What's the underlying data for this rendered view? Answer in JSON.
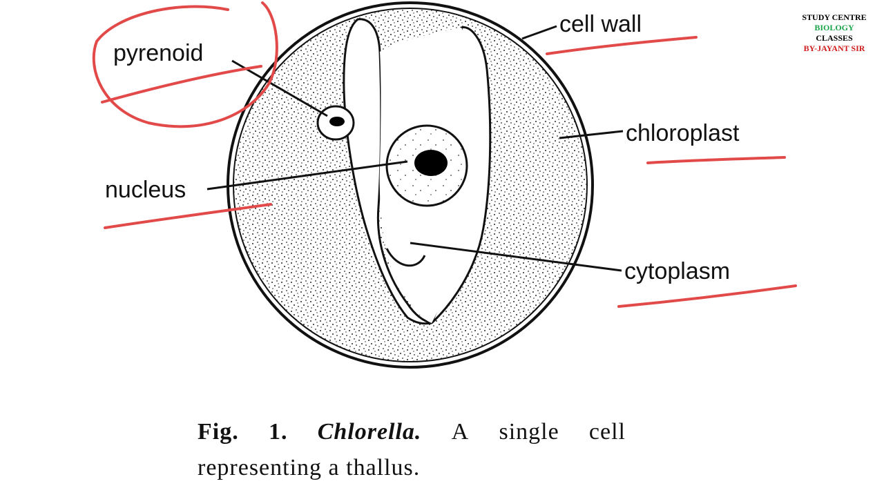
{
  "labels": {
    "pyrenoid": "pyrenoid",
    "cell_wall": "cell wall",
    "chloroplast": "chloroplast",
    "nucleus": "nucleus",
    "cytoplasm": "cytoplasm"
  },
  "caption": {
    "fig": "Fig.",
    "num": "1.",
    "genus": "Chlorella.",
    "w1": "A",
    "w2": "single",
    "w3": "cell",
    "line2": "representing a thallus."
  },
  "brand": {
    "line1": "STUDY CENTRE",
    "line2": "BIOLOGY",
    "line3": "CLASSES",
    "line4": "BY-JAYANT SIR",
    "colors": {
      "line1": "#000000",
      "line2": "#1aa34a",
      "line3": "#000000",
      "line4": "#d01c1c"
    }
  },
  "annotation_color": "#e24a4a",
  "icons": [
    "cell-wall-outline",
    "chloroplast-stipple",
    "nucleus",
    "pyrenoid",
    "red-annotation-underline",
    "red-annotation-circle"
  ]
}
